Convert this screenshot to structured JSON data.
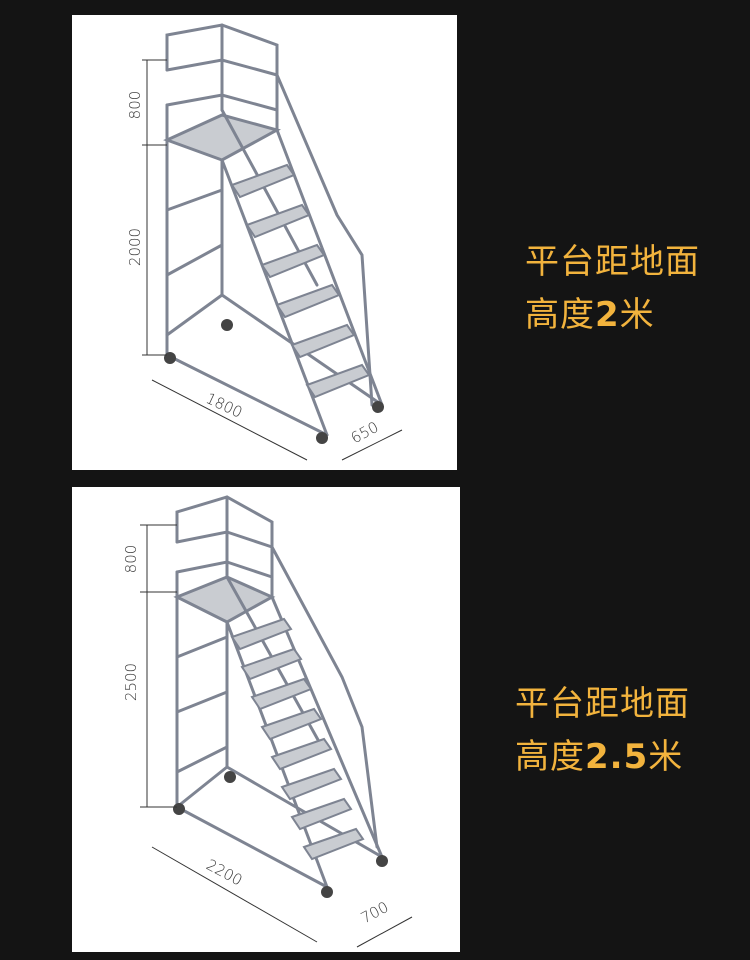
{
  "ladder_1": {
    "dim_rail_height": "800",
    "dim_platform_height": "2000",
    "dim_length": "1800",
    "dim_width": "650",
    "caption_line1": "平台距地面",
    "caption_line2_prefix": "高度",
    "caption_line2_value": "2",
    "caption_line2_unit": "米"
  },
  "ladder_2": {
    "dim_rail_height": "800",
    "dim_platform_height": "2500",
    "dim_length": "2200",
    "dim_width": "700",
    "caption_line1": "平台距地面",
    "caption_line2_prefix": "高度",
    "caption_line2_value": "2.5",
    "caption_line2_unit": "米"
  },
  "colors": {
    "background": "#141414",
    "caption": "#f2b33d",
    "frame": "#8d93a0",
    "step": "#c9ccd1"
  }
}
